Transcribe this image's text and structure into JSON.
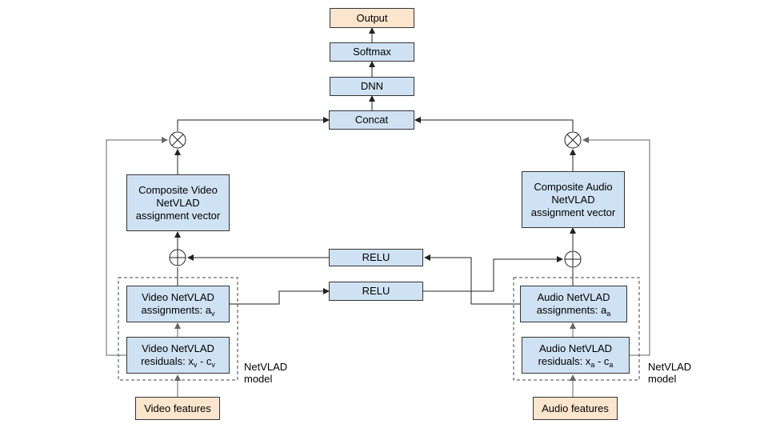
{
  "nodes": {
    "output": "Output",
    "softmax": "Softmax",
    "dnn": "DNN",
    "concat": "Concat",
    "composite_video": [
      "Composite Video",
      "NetVLAD",
      "assignment vector"
    ],
    "composite_audio": [
      "Composite Audio",
      "NetVLAD",
      "assignment vector"
    ],
    "relu_top": "RELU",
    "relu_bottom": "RELU",
    "video_assign": {
      "line1": "Video NetVLAD",
      "line2": "assignments: a",
      "sub": "v"
    },
    "video_resid": {
      "line1": "Video NetVLAD",
      "line2_a": "residuals: x",
      "sub_a": "v",
      "line2_b": " - c",
      "sub_b": "v"
    },
    "audio_assign": {
      "line1": "Audio NetVLAD",
      "line2": "assignments: a",
      "sub": "a"
    },
    "audio_resid": {
      "line1": "Audio NetVLAD",
      "line2_a": "residuals: x",
      "sub_a": "a",
      "line2_b": " - c",
      "sub_b": "a"
    },
    "video_features": "Video features",
    "audio_features": "Audio features"
  },
  "group_labels": {
    "video_model": [
      "NetVLAD",
      "model"
    ],
    "audio_model": [
      "NetVLAD",
      "model"
    ]
  },
  "colors": {
    "processing": "#cfe2f3",
    "io": "#fce5cd",
    "line": "#333333"
  }
}
